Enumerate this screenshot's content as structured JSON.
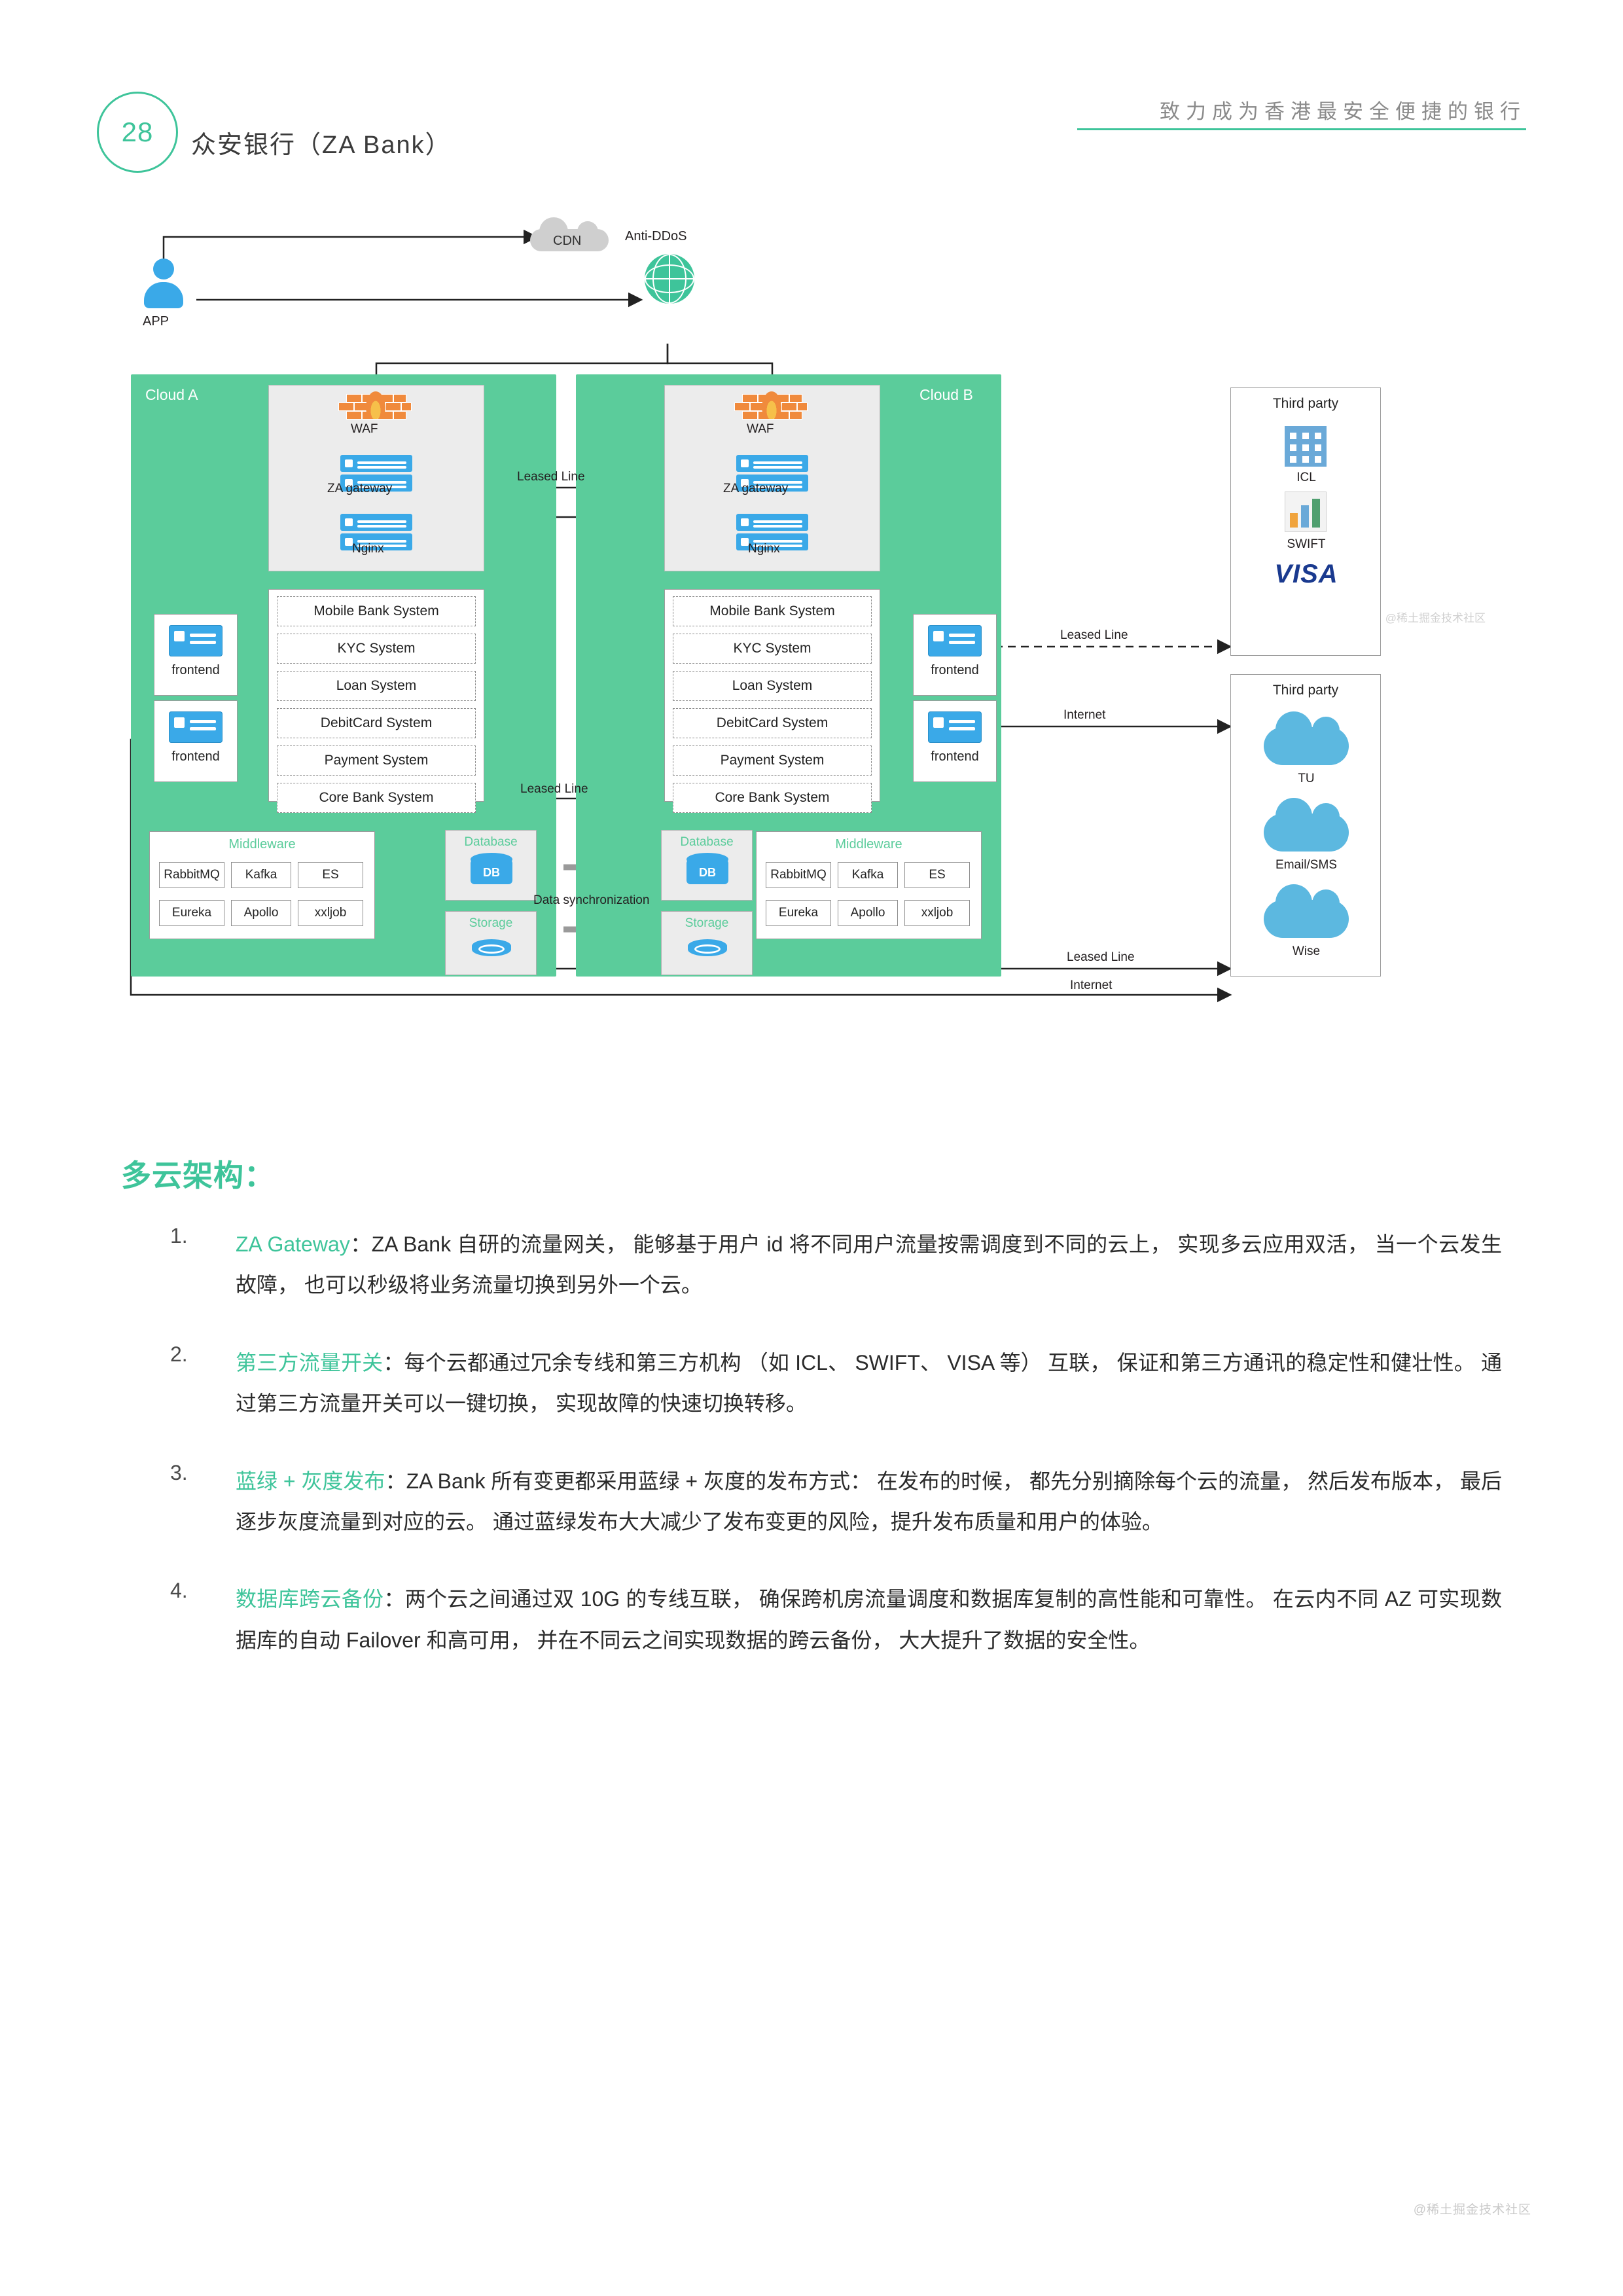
{
  "header": {
    "page_number": "28",
    "brand": "众安银行（ZA Bank）",
    "tagline": "致力成为香港最安全便捷的银行"
  },
  "diagram": {
    "app_label": "APP",
    "cdn_label": "CDN",
    "antiddos_label": "Anti-DDoS",
    "cloud_a": "Cloud A",
    "cloud_b": "Cloud B",
    "waf_label": "WAF",
    "gateway_label": "ZA gateway",
    "nginx_label": "Nginx",
    "frontend_label": "frontend",
    "systems": [
      "Mobile Bank System",
      "KYC System",
      "Loan System",
      "DebitCard System",
      "Payment System",
      "Core Bank System"
    ],
    "middleware_title": "Middleware",
    "middleware_items": [
      "RabbitMQ",
      "Kafka",
      "ES",
      "Eureka",
      "Apollo",
      "xxljob"
    ],
    "database_label": "Database",
    "database_icon_text": "DB",
    "storage_label": "Storage",
    "leased_line": "Leased Line",
    "internet": "Internet",
    "data_sync": "Data synchronization",
    "third_party_title": "Third party",
    "third_party_top": [
      "ICL",
      "SWIFT",
      "VISA"
    ],
    "third_party_bottom": [
      "TU",
      "Email/SMS",
      "Wise"
    ],
    "watermark": "@稀土掘金技术社区"
  },
  "content": {
    "section_title": "多云架构：",
    "items": [
      {
        "num": "1.",
        "key": "ZA Gateway",
        "text": "：ZA Bank 自研的流量网关， 能够基于用户 id 将不同用户流量按需调度到不同的云上， 实现多云应用双活， 当一个云发生故障， 也可以秒级将业务流量切换到另外一个云。"
      },
      {
        "num": "2.",
        "key": "第三方流量开关",
        "text": "：每个云都通过冗余专线和第三方机构 （如 ICL、 SWIFT、 VISA 等） 互联， 保证和第三方通讯的稳定性和健壮性。 通过第三方流量开关可以一键切换， 实现故障的快速切换转移。"
      },
      {
        "num": "3.",
        "key": "蓝绿 + 灰度发布",
        "text": "：ZA Bank 所有变更都采用蓝绿 + 灰度的发布方式： 在发布的时候， 都先分别摘除每个云的流量， 然后发布版本， 最后逐步灰度流量到对应的云。 通过蓝绿发布大大减少了发布变更的风险，提升发布质量和用户的体验。"
      },
      {
        "num": "4.",
        "key": "数据库跨云备份",
        "text": "：两个云之间通过双 10G 的专线互联， 确保跨机房流量调度和数据库复制的高性能和可靠性。 在云内不同 AZ 可实现数据库的自动 Failover 和高可用， 并在不同云之间实现数据的跨云备份， 大大提升了数据的安全性。"
      }
    ],
    "watermark": "@稀土掘金技术社区"
  }
}
